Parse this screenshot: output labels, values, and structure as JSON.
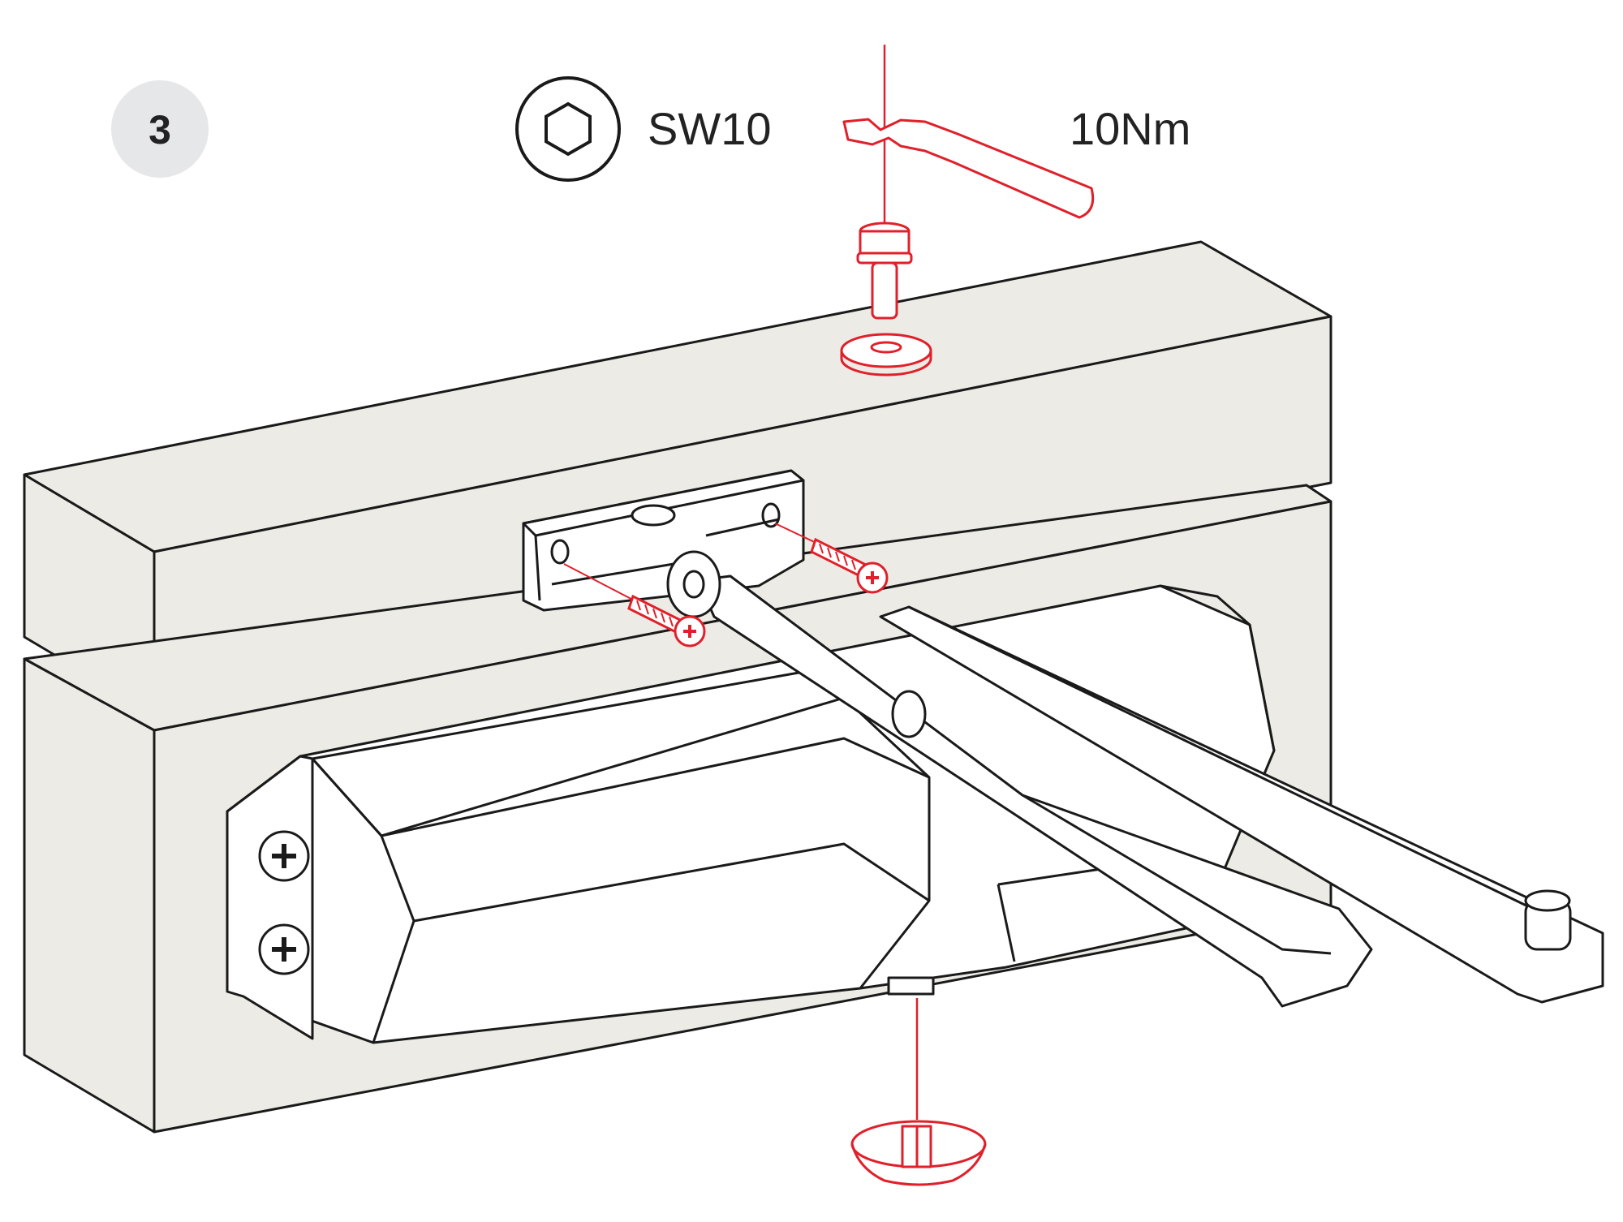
{
  "step": {
    "number": "3"
  },
  "tool": {
    "icon": "hex-socket-icon",
    "size_label": "SW10"
  },
  "torque": {
    "icon": "wrench-icon",
    "value": "10Nm"
  },
  "colors": {
    "line": "#1a1a1a",
    "accent": "#e0202a",
    "wood": "#ecebe5",
    "badge_bg": "#e6e7e9",
    "metal": "#ffffff"
  }
}
